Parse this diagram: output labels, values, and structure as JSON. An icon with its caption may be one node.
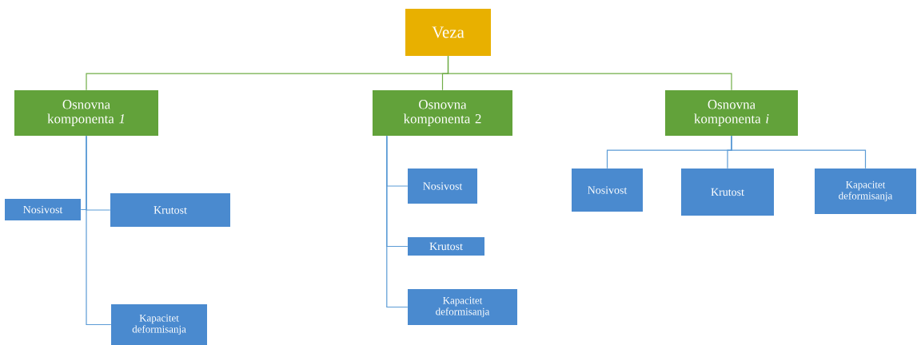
{
  "diagram": {
    "nodes": [
      {
        "text": [
          "Veza"
        ]
      },
      {
        "text": [
          "Osnovna komponenta *1*"
        ]
      },
      {
        "text": [
          "Osnovna komponenta 2"
        ]
      },
      {
        "text": [
          "Osnovna komponenta *i*"
        ]
      },
      {
        "text": [
          "Nosivost"
        ]
      },
      {
        "text": [
          "Krutost"
        ]
      },
      {
        "text": [
          "Kapacitet deformisanja"
        ]
      },
      {
        "text": [
          "Nosivost"
        ]
      },
      {
        "text": [
          "Krutost"
        ]
      },
      {
        "text": [
          "Kapacitet deformisanja"
        ]
      },
      {
        "text": [
          "Nosivost"
        ]
      },
      {
        "text": [
          "Krutost"
        ]
      },
      {
        "text": [
          "Kapacitet deformisanja"
        ]
      }
    ],
    "edges": [
      {
        "from": 0,
        "to": 1,
        "arrow": "none",
        "color": "#70ad47"
      },
      {
        "from": 0,
        "to": 2,
        "arrow": "none",
        "color": "#70ad47"
      },
      {
        "from": 0,
        "to": 3,
        "arrow": "none",
        "color": "#70ad47"
      },
      {
        "from": 1,
        "to": 4,
        "arrow": "none"
      },
      {
        "from": 1,
        "to": 5,
        "arrow": "none"
      },
      {
        "from": 1,
        "to": 6,
        "arrow": "none"
      },
      {
        "from": 2,
        "to": 7,
        "arrow": "none"
      },
      {
        "from": 2,
        "to": 8,
        "arrow": "none"
      },
      {
        "from": 2,
        "to": 9,
        "arrow": "none"
      },
      {
        "from": 3,
        "to": 10,
        "arrow": "none"
      },
      {
        "from": 3,
        "to": 11,
        "arrow": "none"
      },
      {
        "from": 3,
        "to": 12,
        "arrow": "none"
      }
    ]
  }
}
